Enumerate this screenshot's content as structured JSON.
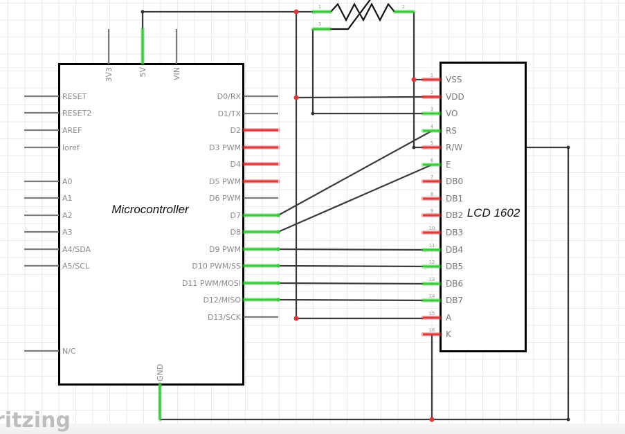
{
  "app": {
    "logo_text": "ritzing"
  },
  "colors": {
    "wire": "#3a3a3a",
    "pin_unconnected": "#7a7a7a",
    "pin_connected": "#3cc83c",
    "pin_error": "#d93a3a",
    "part_outline": "#000000",
    "grid": "#e6e9ef"
  },
  "microcontroller": {
    "title": "Microcontroller",
    "top_pins": [
      {
        "label": "3V3",
        "state": "unconnected"
      },
      {
        "label": "5V",
        "state": "connected"
      },
      {
        "label": "VIN",
        "state": "unconnected"
      }
    ],
    "left_pins": [
      {
        "label": "RESET",
        "state": "unconnected"
      },
      {
        "label": "RESET2",
        "state": "unconnected"
      },
      {
        "label": "AREF",
        "state": "unconnected"
      },
      {
        "label": "ioref",
        "state": "unconnected"
      },
      {
        "label": "A0",
        "state": "unconnected"
      },
      {
        "label": "A1",
        "state": "unconnected"
      },
      {
        "label": "A2",
        "state": "unconnected"
      },
      {
        "label": "A3",
        "state": "unconnected"
      },
      {
        "label": "A4/SDA",
        "state": "unconnected"
      },
      {
        "label": "A5/SCL",
        "state": "unconnected"
      },
      {
        "label": "N/C",
        "state": "unconnected"
      }
    ],
    "right_pins": [
      {
        "label": "D0/RX",
        "state": "unconnected"
      },
      {
        "label": "D1/TX",
        "state": "unconnected"
      },
      {
        "label": "D2",
        "state": "error"
      },
      {
        "label": "D3 PWM",
        "state": "error"
      },
      {
        "label": "D4",
        "state": "error"
      },
      {
        "label": "D5 PWM",
        "state": "error"
      },
      {
        "label": "D6 PWM",
        "state": "unconnected"
      },
      {
        "label": "D7",
        "state": "connected"
      },
      {
        "label": "D8",
        "state": "connected"
      },
      {
        "label": "D9 PWM",
        "state": "connected"
      },
      {
        "label": "D10 PWM/SS",
        "state": "connected"
      },
      {
        "label": "D11 PWM/MOSI",
        "state": "connected"
      },
      {
        "label": "D12/MISO",
        "state": "connected"
      },
      {
        "label": "D13/SCK",
        "state": "unconnected"
      }
    ],
    "bottom_pins": [
      {
        "label": "GND",
        "state": "connected"
      }
    ]
  },
  "lcd": {
    "title": "LCD 1602",
    "pins": [
      {
        "num": "1",
        "label": "VSS",
        "state": "error"
      },
      {
        "num": "2",
        "label": "VDD",
        "state": "error"
      },
      {
        "num": "3",
        "label": "VO",
        "state": "connected"
      },
      {
        "num": "4",
        "label": "RS",
        "state": "connected"
      },
      {
        "num": "5",
        "label": "R/W",
        "state": "error"
      },
      {
        "num": "6",
        "label": "E",
        "state": "connected"
      },
      {
        "num": "7",
        "label": "DB0",
        "state": "error"
      },
      {
        "num": "8",
        "label": "DB1",
        "state": "error"
      },
      {
        "num": "9",
        "label": "DB2",
        "state": "error"
      },
      {
        "num": "10",
        "label": "DB3",
        "state": "error"
      },
      {
        "num": "11",
        "label": "DB4",
        "state": "connected"
      },
      {
        "num": "12",
        "label": "DB5",
        "state": "connected"
      },
      {
        "num": "13",
        "label": "DB6",
        "state": "connected"
      },
      {
        "num": "14",
        "label": "DB7",
        "state": "connected"
      },
      {
        "num": "15",
        "label": "A",
        "state": "error"
      },
      {
        "num": "16",
        "label": "K",
        "state": "error"
      }
    ]
  },
  "potentiometer": {
    "pins": [
      {
        "num": "1",
        "state": "connected"
      },
      {
        "num": "2",
        "state": "connected"
      },
      {
        "num": "3",
        "state": "connected"
      }
    ]
  },
  "connections": [
    {
      "from": "MCU.5V",
      "to": "POT.1"
    },
    {
      "from": "MCU.5V",
      "to": "LCD.VDD"
    },
    {
      "from": "MCU.5V",
      "to": "LCD.A"
    },
    {
      "from": "POT.3",
      "to": "LCD.VO"
    },
    {
      "from": "POT.2",
      "to": "LCD.VSS"
    },
    {
      "from": "LCD.VSS",
      "to": "LCD.R/W"
    },
    {
      "from": "LCD.R/W",
      "to": "MCU.GND"
    },
    {
      "from": "LCD.K",
      "to": "MCU.GND"
    },
    {
      "from": "MCU.D7",
      "to": "LCD.RS"
    },
    {
      "from": "MCU.D8",
      "to": "LCD.E"
    },
    {
      "from": "MCU.D9 PWM",
      "to": "LCD.DB4"
    },
    {
      "from": "MCU.D10 PWM/SS",
      "to": "LCD.DB5"
    },
    {
      "from": "MCU.D11 PWM/MOSI",
      "to": "LCD.DB6"
    },
    {
      "from": "MCU.D12/MISO",
      "to": "LCD.DB7"
    }
  ]
}
